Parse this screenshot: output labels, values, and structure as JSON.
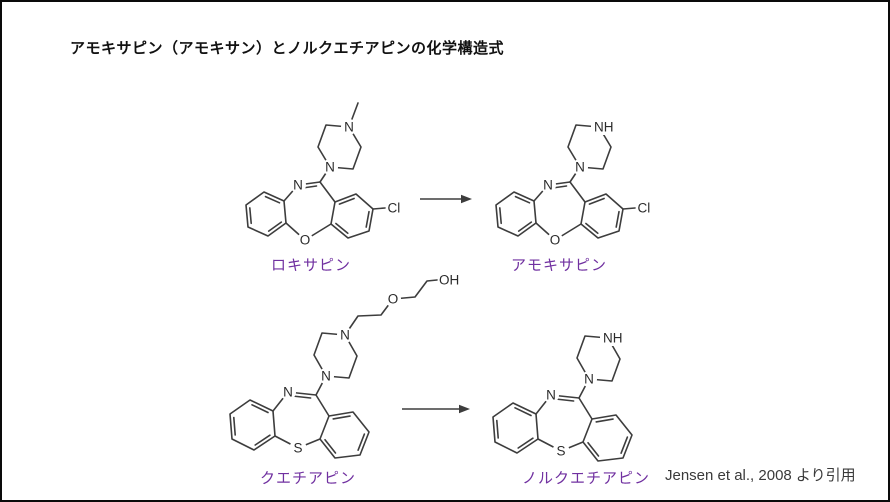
{
  "page": {
    "title": "アモキサピン（アモキサン）とノルクエチアピンの化学構造式",
    "citation": "Jensen et al., 2008 より引用"
  },
  "colors": {
    "background": "#ffffff",
    "border": "#0a0a0a",
    "title_text": "#111111",
    "structure_stroke": "#3d3d3d",
    "molecule_label_purple": "#7030A0",
    "citation_gray": "#3a3a3a"
  },
  "molecules": {
    "loxapine": {
      "name": "ロキサピン",
      "atoms": {
        "ring_n": "N",
        "pip_n_bottom": "N",
        "pip_n_top": "N",
        "bridge": "O",
        "halogen": "Cl"
      }
    },
    "amoxapine": {
      "name": "アモキサピン",
      "atoms": {
        "ring_n": "N",
        "pip_n_bottom": "N",
        "pip_nh": "NH",
        "bridge": "O",
        "halogen": "Cl"
      }
    },
    "quetiapine": {
      "name": "クエチアピン",
      "atoms": {
        "ring_n": "N",
        "pip_n_bottom": "N",
        "pip_n_top": "N",
        "bridge": "S",
        "chain_o": "O",
        "chain_oh": "OH"
      }
    },
    "norquetiapine": {
      "name": "ノルクエチアピン",
      "atoms": {
        "ring_n": "N",
        "pip_n_bottom": "N",
        "pip_nh": "NH",
        "bridge": "S"
      }
    }
  },
  "arrows": [
    {
      "from": "ロキサピン",
      "to": "アモキサピン"
    },
    {
      "from": "クエチアピン",
      "to": "ノルクエチアピン"
    }
  ]
}
